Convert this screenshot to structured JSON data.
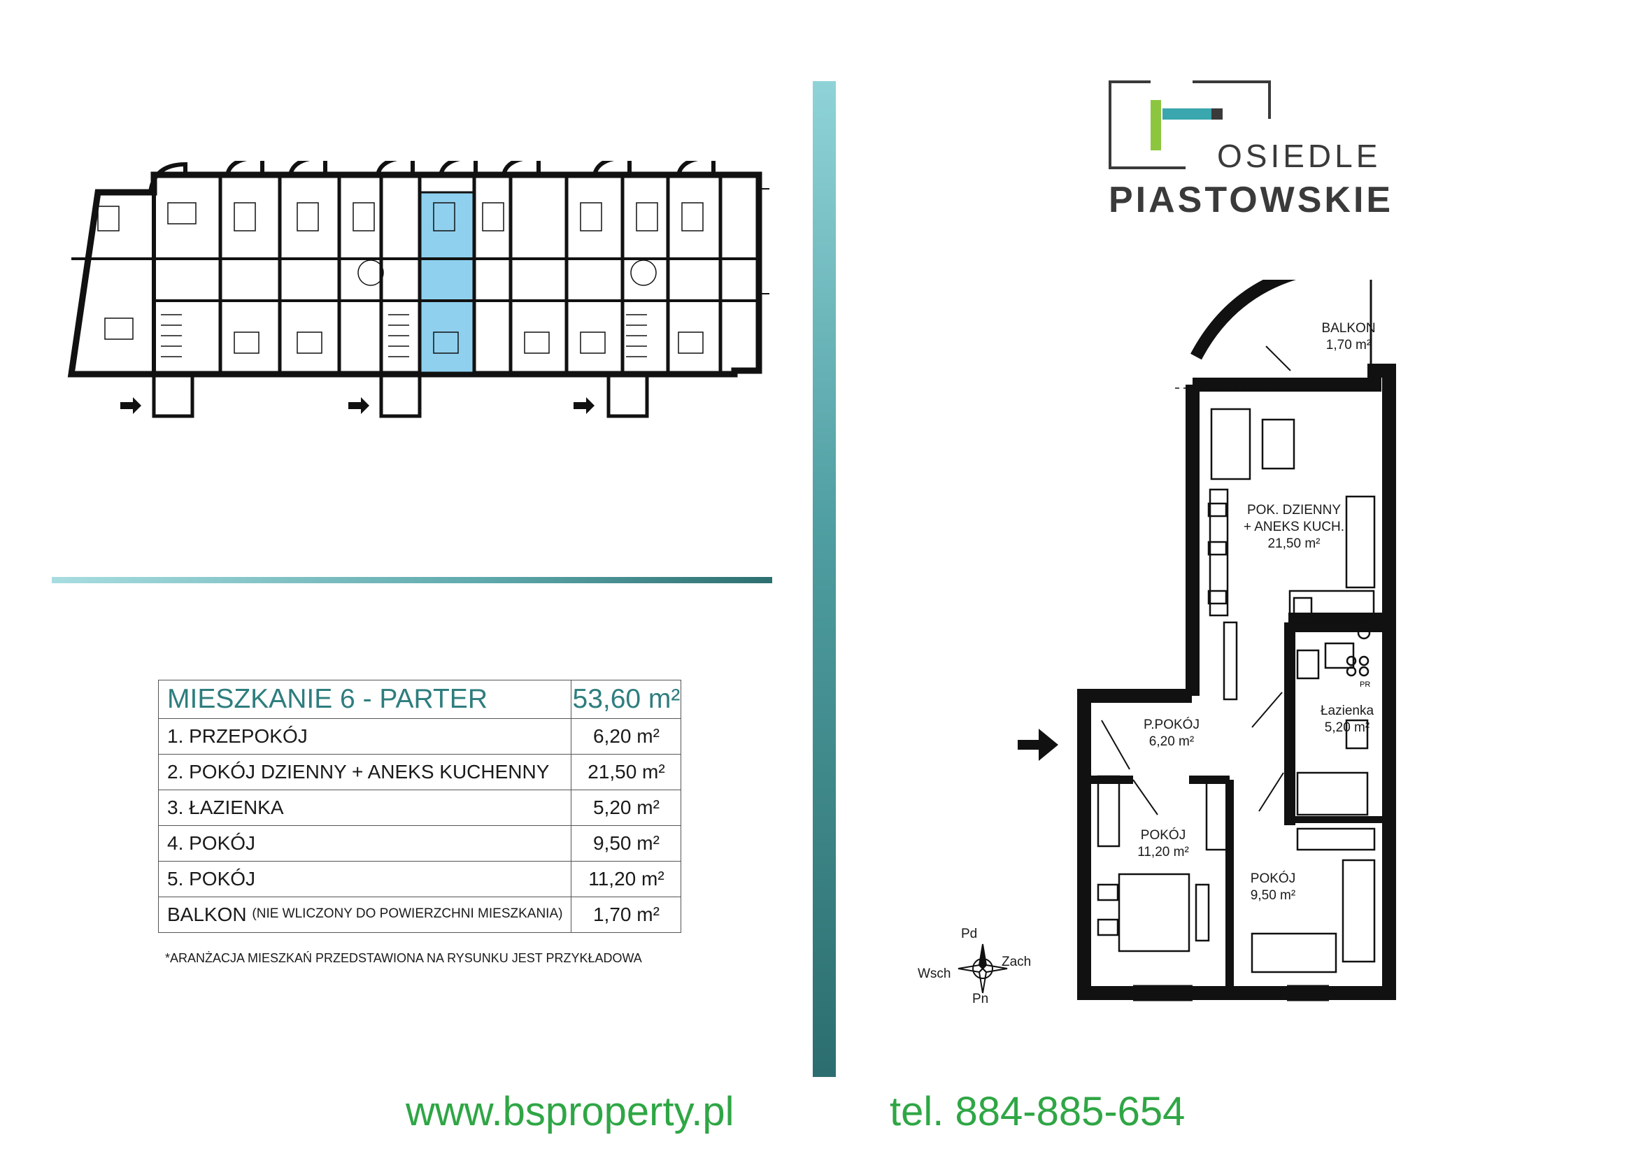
{
  "logo": {
    "line1": "OSIEDLE",
    "line2": "PIASTOWSKIE",
    "colors": {
      "green": "#8cc63f",
      "teal": "#3aa6ad",
      "gray": "#3a3a3a"
    }
  },
  "table": {
    "title": "MIESZKANIE 6 - PARTER",
    "total": "53,60 m²",
    "rows": [
      {
        "label": "1. PRZEPOKÓJ",
        "note": "",
        "value": "6,20 m²"
      },
      {
        "label": "2. POKÓJ DZIENNY + ANEKS KUCHENNY",
        "note": "",
        "value": "21,50 m²"
      },
      {
        "label": "3. ŁAZIENKA",
        "note": "",
        "value": "5,20 m²"
      },
      {
        "label": "4. POKÓJ",
        "note": "",
        "value": "9,50 m²"
      },
      {
        "label": "5. POKÓJ",
        "note": "",
        "value": "11,20 m²"
      },
      {
        "label": "BALKON",
        "note": "(NIE WLICZONY DO POWIERZCHNI MIESZKANIA)",
        "value": "1,70 m²"
      }
    ]
  },
  "footnote": "*ARANŻACJA MIESZKAŃ PRZEDSTAWIONA NA RYSUNKU JEST PRZYKŁADOWA",
  "contact": {
    "url": "www.bsproperty.pl",
    "phone": "tel.  884-885-654"
  },
  "plan": {
    "rooms": {
      "balkon": {
        "name": "BALKON",
        "area": "1,70 m²"
      },
      "living": {
        "name1": "POK. DZIENNY",
        "name2": "+ ANEKS KUCH.",
        "area": "21,50 m²"
      },
      "hall": {
        "name": "P.POKÓJ",
        "area": "6,20 m²"
      },
      "bath": {
        "name": "Łazienka",
        "area": "5,20 m²"
      },
      "room_left": {
        "name": "POKÓJ",
        "area": "11,20 m²"
      },
      "room_right": {
        "name": "POKÓJ",
        "area": "9,50 m²"
      }
    },
    "compass": {
      "n": "Pd",
      "s": "Pn",
      "w": "Wsch",
      "e": "Zach"
    },
    "bath_code": "PR"
  },
  "highlight_color": "#8fd0ee"
}
